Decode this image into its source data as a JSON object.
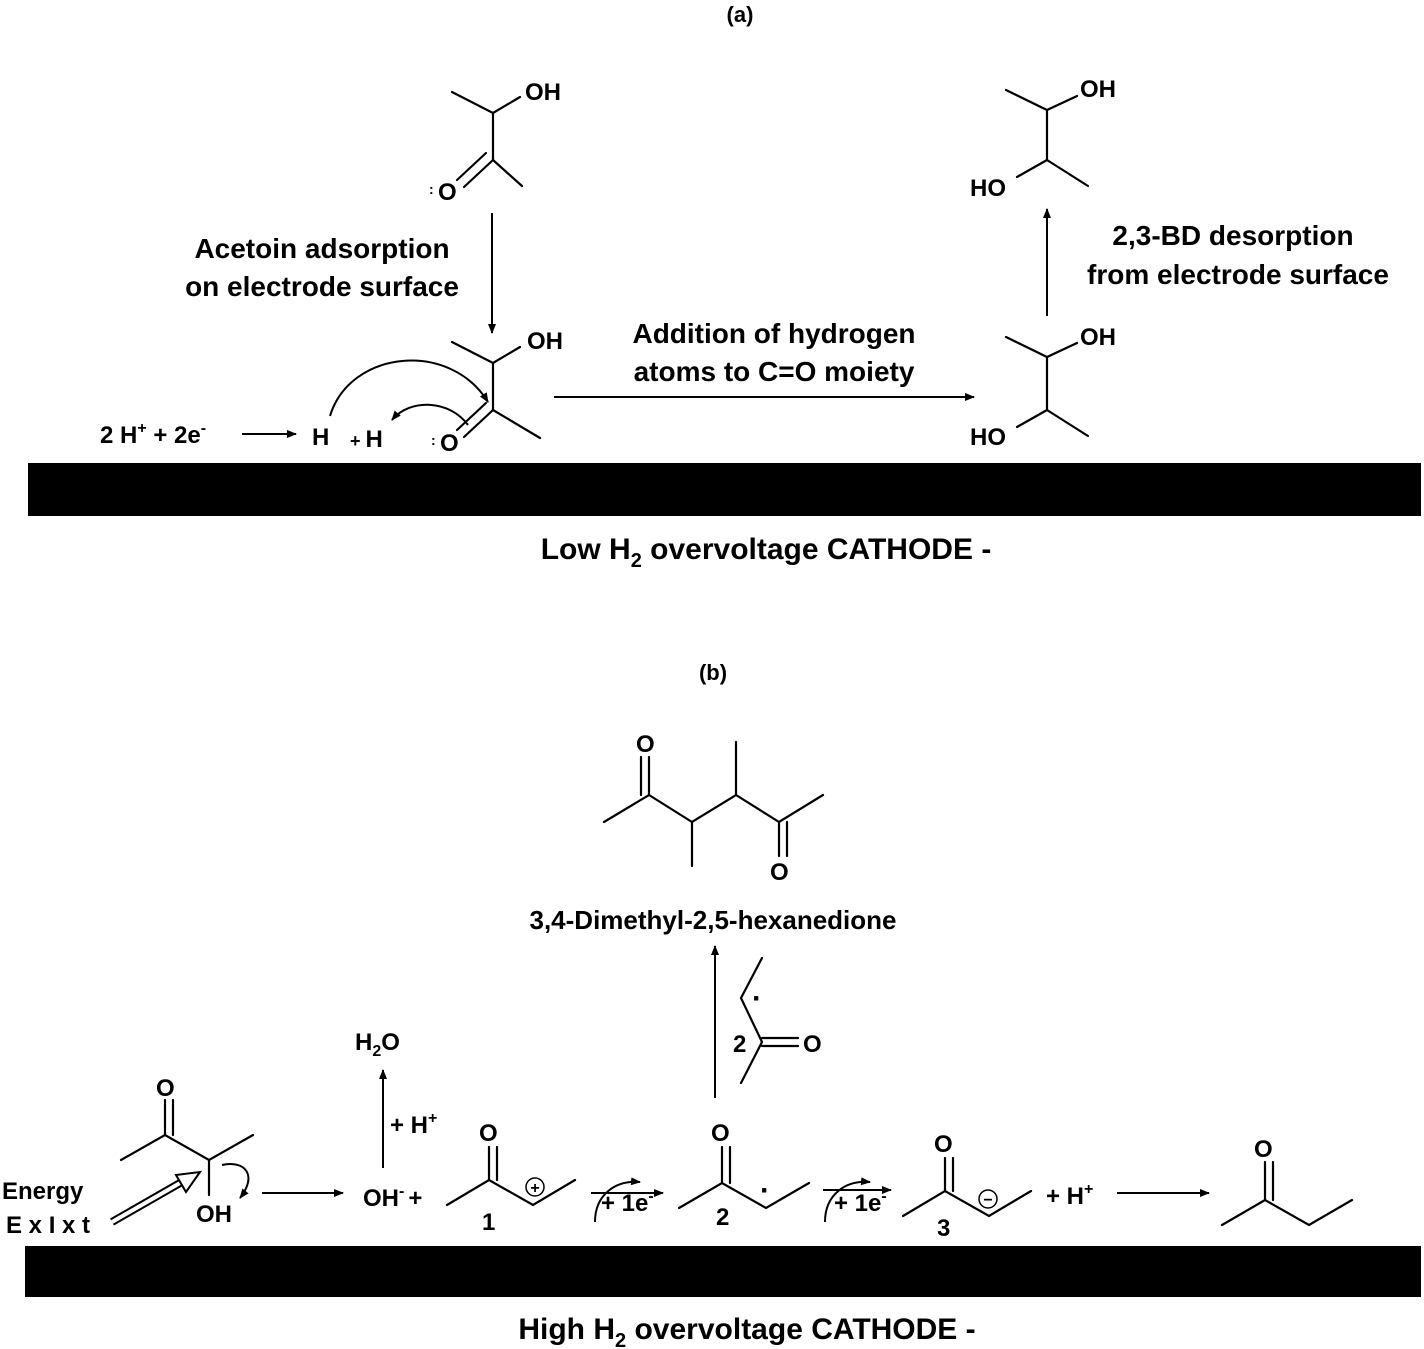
{
  "panel_a": {
    "label": "(a)",
    "adsorption_caption": [
      "Acetoin adsorption",
      "on electrode surface"
    ],
    "addition_caption": [
      "Addition of hydrogen",
      "atoms to C=O moiety"
    ],
    "desorption_caption": [
      "2,3-BD desorption",
      "from electrode surface"
    ],
    "proton_reaction": {
      "lhs_2": "2 H",
      "plus": "+",
      "lhs_2e": " + 2e",
      "minus": "-"
    },
    "h_atom": "H",
    "plus_h": "+ H",
    "acetoin_oh": "OH",
    "acetoin_o": "O",
    "diol_oh": "OH",
    "diol_ho": "HO",
    "cathode": {
      "prefix": "Low H",
      "sub": "2",
      "suffix": " overvoltage CATHODE -"
    }
  },
  "panel_b": {
    "label": "(b)",
    "product_name": "3,4-Dimethyl-2,5-hexanedione",
    "energy_label": [
      "Energy",
      "E x I x t"
    ],
    "acetoin_o": "O",
    "acetoin_oh": "OH",
    "water": {
      "h": "H",
      "sub": "2",
      "o": "O"
    },
    "plus_h_plus": {
      "text": "+ H",
      "sup": "+"
    },
    "hydroxide": {
      "text": "OH",
      "sup": "-",
      "plus": "+"
    },
    "cation_number": "1",
    "cation_charge": "+",
    "radical_number": "2",
    "anion_number": "3",
    "anion_charge": "−",
    "plus_1e": {
      "text": "+ 1e",
      "sup": "-"
    },
    "plus_h_plus_final": {
      "text": "+ H",
      "sup": "+"
    },
    "o_label": "O",
    "dimer_coefficient": "2",
    "radical_dot": "·",
    "cathode": {
      "prefix": "High H",
      "sub": "2",
      "suffix": " overvoltage CATHODE -"
    }
  }
}
